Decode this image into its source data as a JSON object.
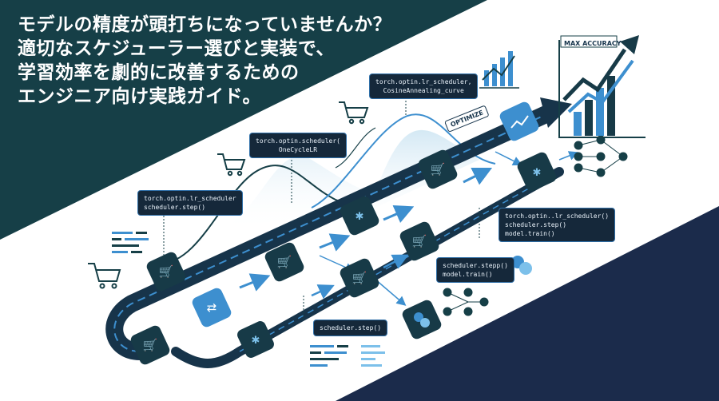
{
  "headline": {
    "line1": "モデルの精度が頭打ちになっていませんか？",
    "line2": "適切なスケジューラー選びと実装で、",
    "line3": "学習効率を劇的に改善するための",
    "line4": "エンジニア向け実践ガイド。"
  },
  "code_labels": {
    "box1": {
      "line1": "torch.optin.lr_scheduler",
      "line2": "scheduler.step()"
    },
    "box2": {
      "line1": "torch.optin.scheduler(",
      "line2": "OneCycleLR"
    },
    "box3": {
      "line1": "torch.optin.lr_scheduler,",
      "line2": "CosineAnnealing_curve"
    },
    "box4": {
      "line1": "torch.optin..lr_scheduler()",
      "line2": "scheduler.step()",
      "line3": "model.train()"
    },
    "box5": {
      "line1": "scheduler.stepp()",
      "line2": "model.train()"
    },
    "box6": {
      "line1": "scheduler.step()"
    }
  },
  "tags": {
    "max_accuracy": "MAX ACCURACY",
    "optimize": "OPTIMIZE"
  },
  "icons": [
    "shopping-cart-icon",
    "neural-network-icon",
    "python-logo-icon",
    "growth-chart-icon",
    "bar-chart-icon",
    "shuffle-icon"
  ],
  "colors": {
    "dark_teal": "#163f47",
    "navy": "#1b2b4b",
    "node_dark": "#173a47",
    "accent_blue": "#3d8fcf",
    "text_white": "#ffffff"
  }
}
